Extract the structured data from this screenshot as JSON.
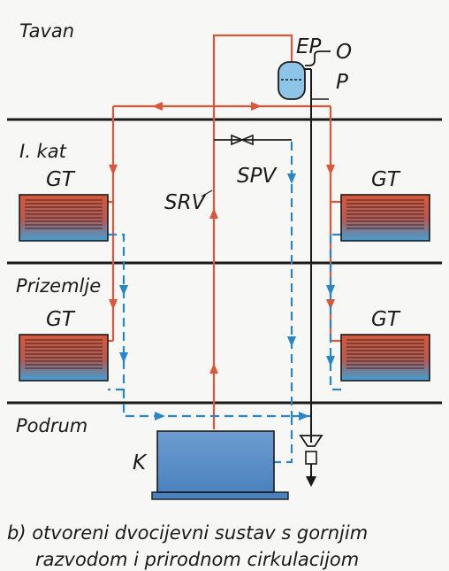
{
  "floors": {
    "attic": "Tavan",
    "first": "I. kat",
    "ground": "Prizemlje",
    "basement": "Podrum"
  },
  "labels": {
    "radiator": "GT",
    "expansion_tank": "EP",
    "overflow": "O",
    "safety_pipe": "P",
    "supply_riser": "SRV",
    "return_riser": "SPV",
    "boiler": "K"
  },
  "caption": {
    "line1": "b) otvoreni dvocijevni sustav s gornjim",
    "line2": "razvodom i prirodnom cirkulacijom"
  },
  "colors": {
    "supply": "#d9573a",
    "return": "#2a86c4",
    "floor_line": "#1a1a1a",
    "boiler": "#5b8fc7",
    "radiator_hot": "#d9573a",
    "radiator_cold": "#3f9fd6"
  }
}
